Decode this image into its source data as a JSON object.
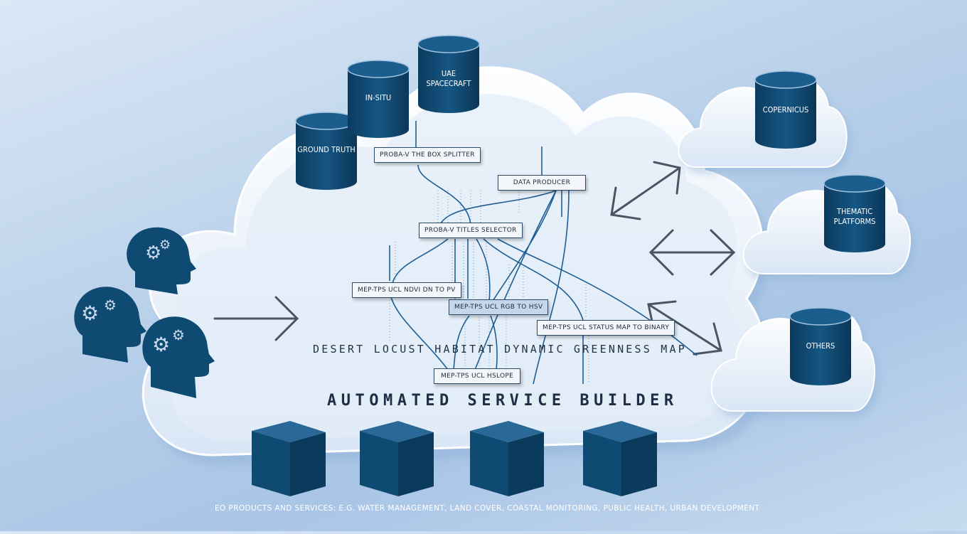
{
  "title": "DESERT LOCUST HABITAT DYNAMIC GREENNESS MAP",
  "subtitle": "AUTOMATED SERVICE BUILDER",
  "footer": "EO PRODUCTS AND SERVICES: E.G. WATER MANAGEMENT, LAND COVER, COASTAL MONITORING, PUBLIC HEALTH, URBAN DEVELOPMENT",
  "inputs": {
    "ground_truth": "GROUND TRUTH",
    "in_situ": "IN-SITU",
    "uae_1": "UAE",
    "uae_2": "SPACECRAFT"
  },
  "external": {
    "copernicus": "COPERNICUS",
    "thematic_1": "THEMATIC",
    "thematic_2": "PLATFORMS",
    "others": "OTHERS"
  },
  "nodes": {
    "splitter": "PROBA-V THE BOX SPLITTER",
    "producer": "DATA PRODUCER",
    "selector": "PROBA-V TITLES SELECTOR",
    "ndvi": "MEP-TPS UCL NDVI DN TO PV",
    "rgb": "MEP-TPS UCL RGB TO HSV",
    "status": "MEP-TPS UCL STATUS MAP TO BINARY",
    "hslope": "MEP-TPS UCL HSLOPE"
  },
  "colors": {
    "cylinder": "#0f4a72",
    "cube": "#154e78",
    "head": "#0f4a72",
    "link": "#1e5e94",
    "cloud": "#f4f8fd"
  }
}
